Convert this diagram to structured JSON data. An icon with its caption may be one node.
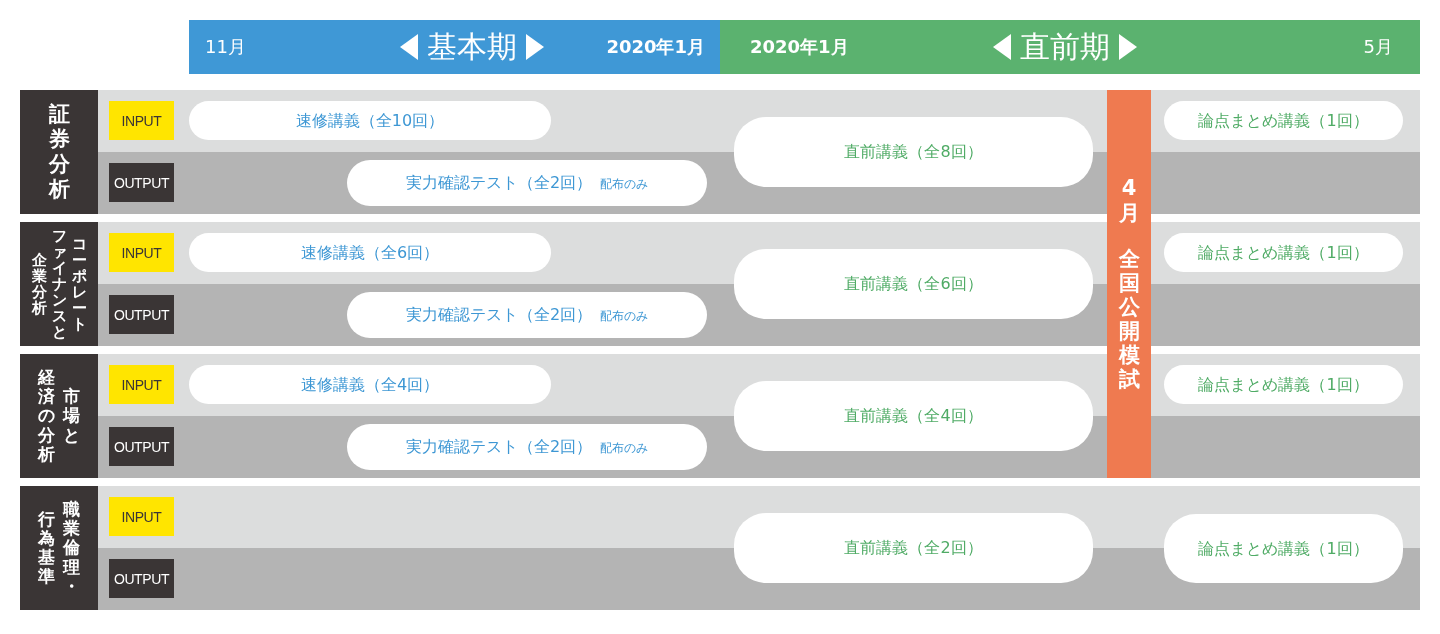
{
  "diagram": {
    "nodes": [
      {
        "text": [
          "11月",
          "基本期",
          "2020年1月"
        ]
      },
      {
        "text": [
          "2020年1月",
          "直前期",
          "5月"
        ]
      },
      {
        "text": [
          "証券分析"
        ]
      },
      {
        "text": [
          "INPUT"
        ]
      },
      {
        "text": [
          "速修講義（全10回）"
        ]
      },
      {
        "text": [
          "直前講義（全8回）"
        ]
      },
      {
        "text": [
          "4月",
          "全国公開模試"
        ]
      },
      {
        "text": [
          "論点まとめ講義（1回）"
        ]
      },
      {
        "text": [
          "OUTPUT"
        ]
      },
      {
        "text": [
          "実力確認テスト（全2回）",
          "配布のみ"
        ]
      },
      {
        "text": [
          "企業分析",
          "ファイナンスと",
          "コーポレート"
        ]
      },
      {
        "text": [
          "INPUT"
        ]
      },
      {
        "text": [
          "速修講義（全6回）"
        ]
      },
      {
        "text": [
          "直前講義（全6回）"
        ]
      },
      {
        "text": [
          "論点まとめ講義（1回）"
        ]
      },
      {
        "text": [
          "OUTPUT"
        ]
      },
      {
        "text": [
          "実力確認テスト（全2回）",
          "配布のみ"
        ]
      },
      {
        "text": [
          "経済の分析",
          "市場と"
        ]
      },
      {
        "text": [
          "INPUT"
        ]
      },
      {
        "text": [
          "速修講義（全4回）"
        ]
      },
      {
        "text": [
          "直前講義（全4回）"
        ]
      },
      {
        "text": [
          "論点まとめ講義（1回）"
        ]
      },
      {
        "text": [
          "OUTPUT"
        ]
      },
      {
        "text": [
          "実力確認テスト（全2回）",
          "配布のみ"
        ]
      },
      {
        "text": [
          "行為基準",
          "職業倫理・"
        ]
      },
      {
        "text": [
          "INPUT"
        ]
      },
      {
        "text": [
          "直前講義（全2回）"
        ]
      },
      {
        "text": [
          "論点まとめ講義（1回）"
        ]
      },
      {
        "text": [
          "OUTPUT"
        ]
      }
    ]
  }
}
